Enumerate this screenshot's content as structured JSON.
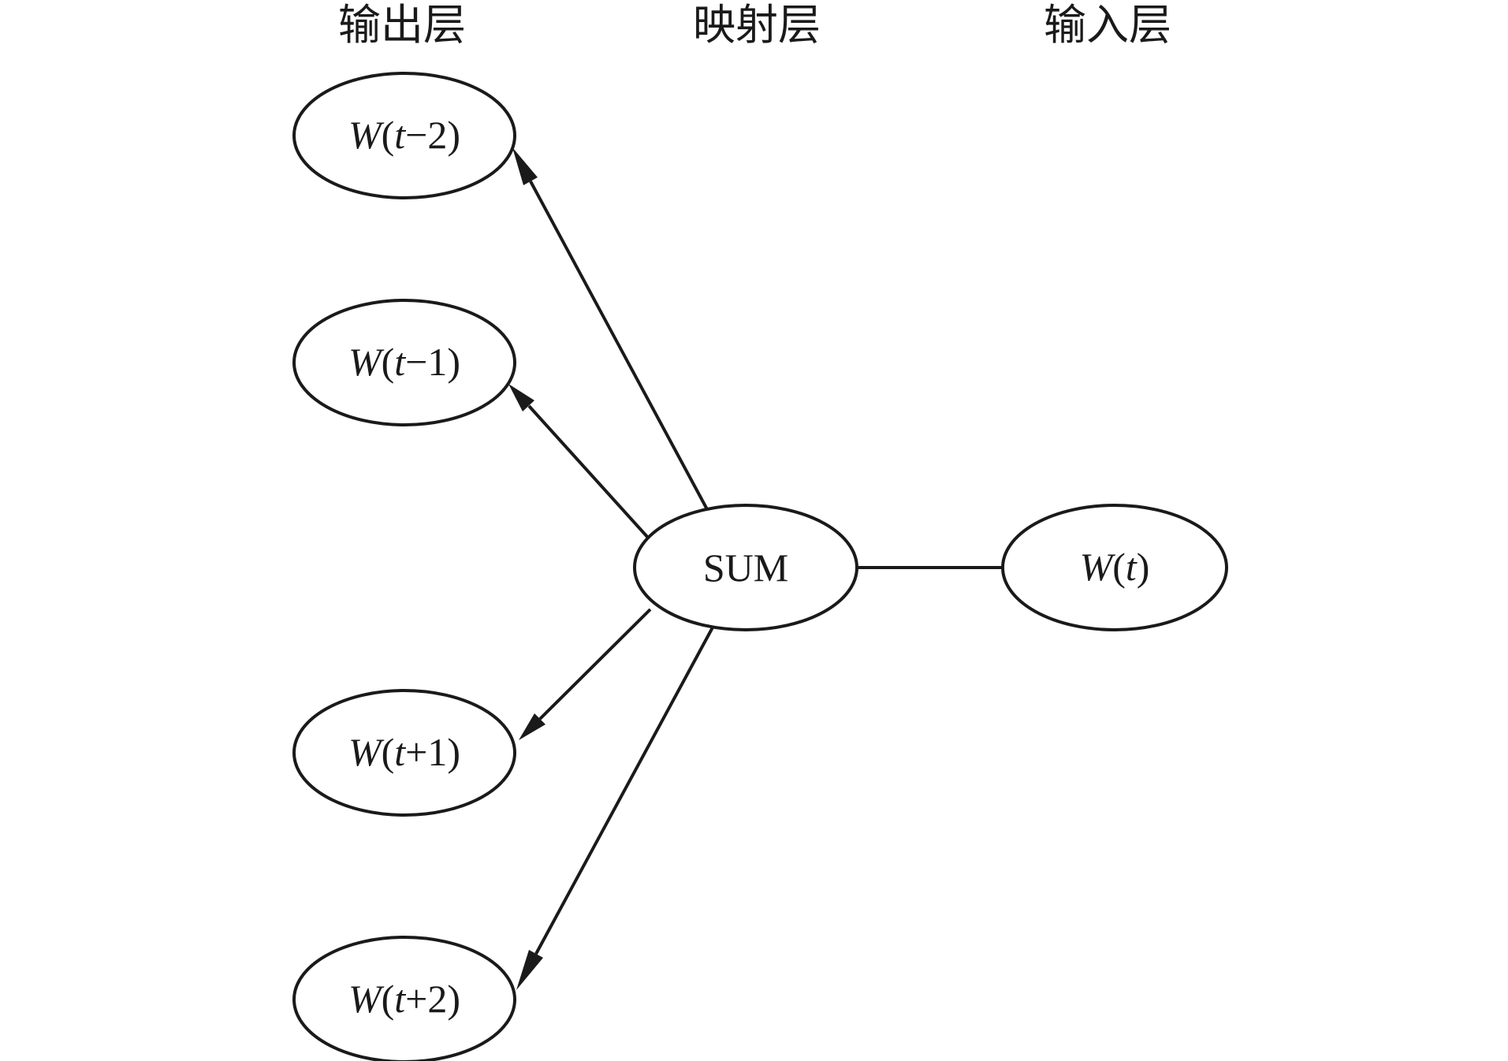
{
  "layers": {
    "output": "输出层",
    "projection": "映射层",
    "input": "输入层"
  },
  "nodes": {
    "w_t_minus_2": {
      "w": "W",
      "open": "(",
      "t": "t",
      "rest": "−2)"
    },
    "w_t_minus_1": {
      "w": "W",
      "open": "(",
      "t": "t",
      "rest": "−1)"
    },
    "w_t_plus_1": {
      "w": "W",
      "open": "(",
      "t": "t",
      "rest": "+1)"
    },
    "w_t_plus_2": {
      "w": "W",
      "open": "(",
      "t": "t",
      "rest": "+2)"
    },
    "sum": "SUM",
    "w_t": {
      "w": "W",
      "open": "(",
      "t": "t",
      "rest": ")"
    }
  },
  "colors": {
    "stroke": "#1a1a1a",
    "background": "#ffffff"
  }
}
